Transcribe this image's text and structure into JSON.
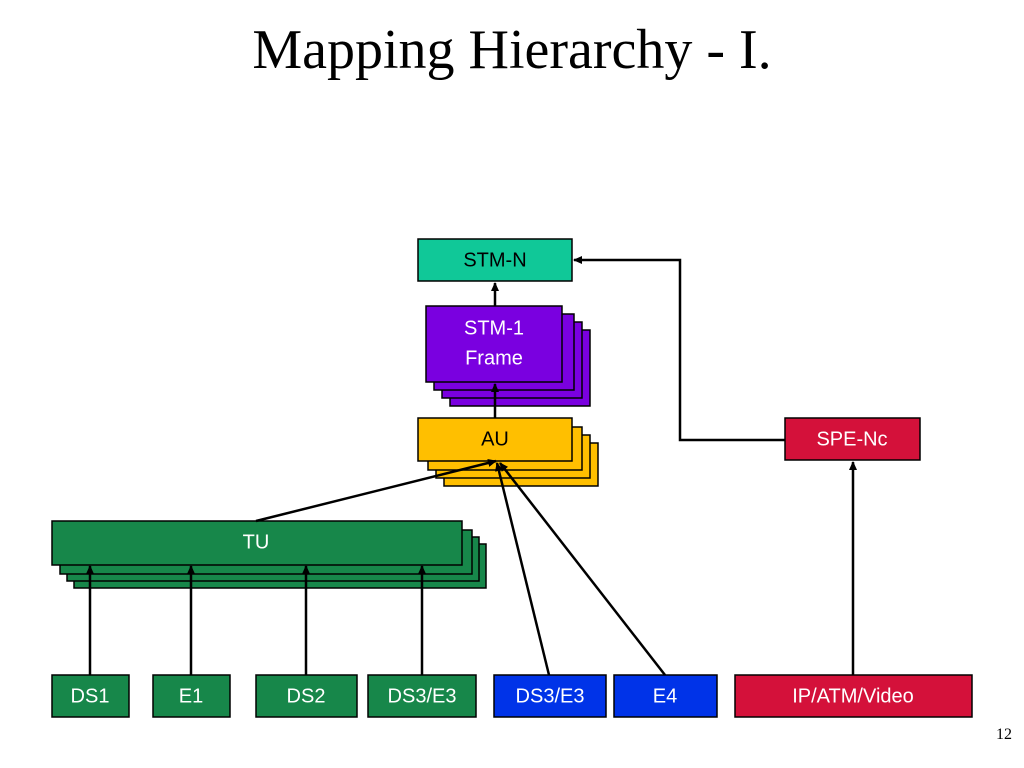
{
  "slide": {
    "title": "Mapping Hierarchy - I.",
    "page_number": "12"
  },
  "colors": {
    "stm_n": "#10c898",
    "stm_1_frame": "#7a00e0",
    "au": "#ffbf00",
    "tu": "#17874a",
    "green_source": "#17874a",
    "blue_source": "#0033e8",
    "red_source": "#d4113a"
  },
  "nodes": {
    "stm_n": "STM-N",
    "stm_1_frame_line1": "STM-1",
    "stm_1_frame_line2": "Frame",
    "au": "AU",
    "tu": "TU",
    "spe_nc": "SPE-Nc"
  },
  "sources": [
    {
      "label": "DS1",
      "color": "green"
    },
    {
      "label": "E1",
      "color": "green"
    },
    {
      "label": "DS2",
      "color": "green"
    },
    {
      "label": "DS3/E3",
      "color": "green"
    },
    {
      "label": "DS3/E3",
      "color": "blue"
    },
    {
      "label": "E4",
      "color": "blue"
    },
    {
      "label": "IP/ATM/Video",
      "color": "red"
    }
  ]
}
